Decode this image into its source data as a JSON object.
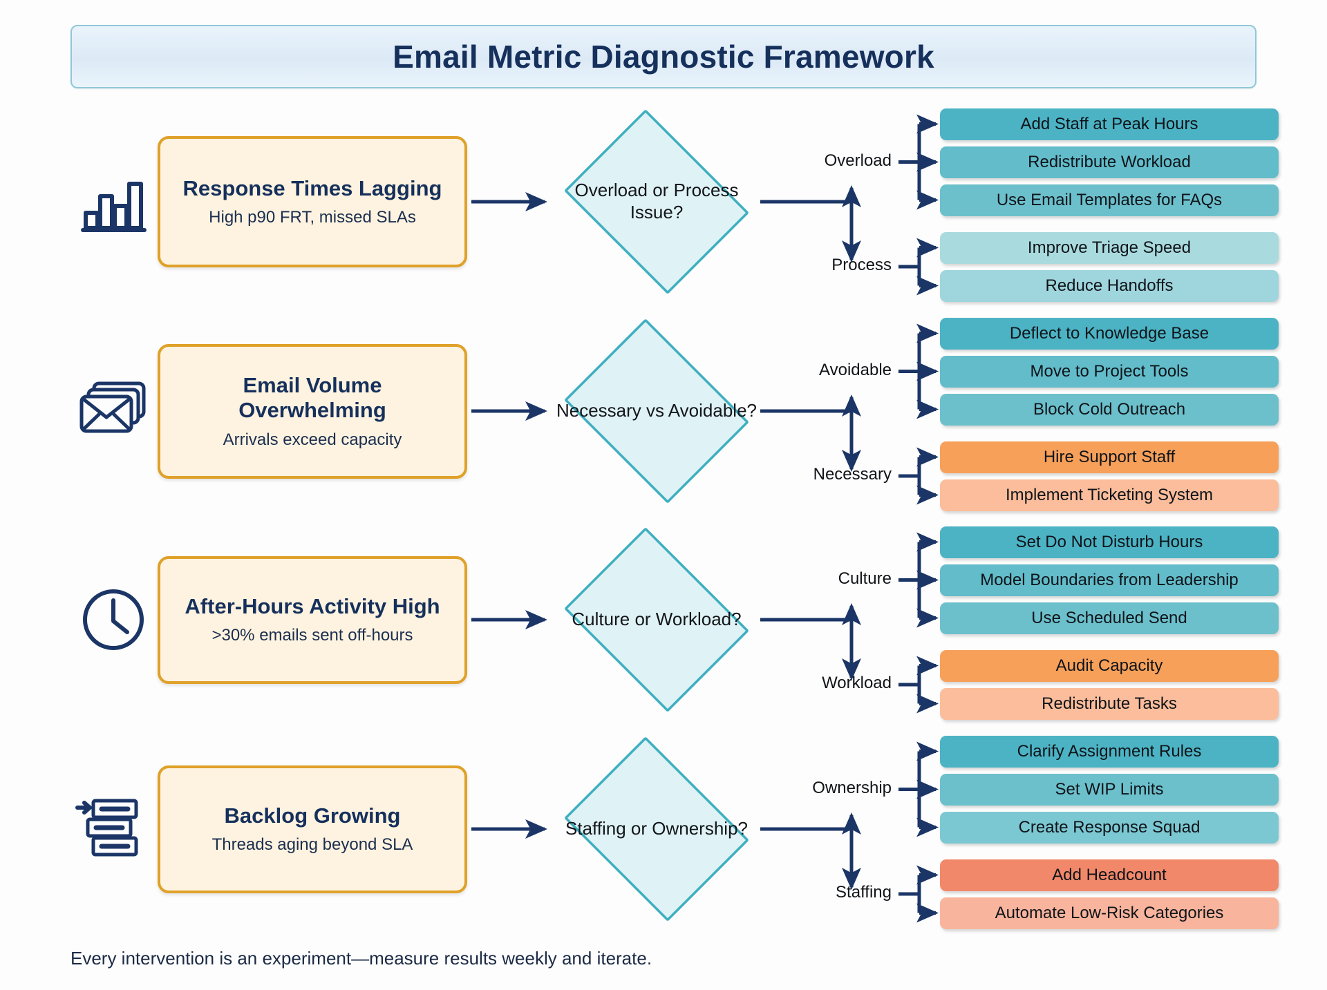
{
  "title": "Email Metric Diagnostic Framework",
  "footer": "Every intervention is an experiment—measure results weekly and iterate.",
  "colors": {
    "title_text": "#16305c",
    "title_border": "#8fc8d8",
    "problem_border": "#e0a129",
    "problem_fill": "#fdf3e0",
    "diamond_border": "#3fafc0",
    "diamond_fill": "#dff2f5",
    "arrow": "#1b3566",
    "teal_dark": "#4cb3c4",
    "teal_mid": "#6cc0cc",
    "teal_light": "#9fd5dc",
    "orange_dark": "#f7a05a",
    "orange_light": "#fbbd9b",
    "coral_dark": "#f2886a",
    "coral_light": "#f8b49c"
  },
  "rows": [
    {
      "icon": "bar-chart-icon",
      "problem": {
        "title": "Response Times Lagging",
        "subtitle": "High p90 FRT, missed SLAs"
      },
      "decision": "Overload or Process Issue?",
      "branches": [
        {
          "label": "Overload",
          "actions": [
            {
              "text": "Add Staff at Peak Hours",
              "color": "#4cb3c4"
            },
            {
              "text": "Redistribute Workload",
              "color": "#62bcca"
            },
            {
              "text": "Use Email Templates for FAQs",
              "color": "#6cc0cc"
            }
          ]
        },
        {
          "label": "Process",
          "actions": [
            {
              "text": "Improve Triage Speed",
              "color": "#a9dade"
            },
            {
              "text": "Reduce Handoffs",
              "color": "#9fd5dc"
            }
          ]
        }
      ]
    },
    {
      "icon": "stacked-envelopes-icon",
      "problem": {
        "title": "Email Volume Overwhelming",
        "subtitle": "Arrivals exceed capacity"
      },
      "decision": "Necessary vs Avoidable?",
      "branches": [
        {
          "label": "Avoidable",
          "actions": [
            {
              "text": "Deflect to Knowledge Base",
              "color": "#4cb3c4"
            },
            {
              "text": "Move to Project Tools",
              "color": "#62bcca"
            },
            {
              "text": "Block Cold Outreach",
              "color": "#6cc0cc"
            }
          ]
        },
        {
          "label": "Necessary",
          "actions": [
            {
              "text": "Hire Support Staff",
              "color": "#f7a05a"
            },
            {
              "text": "Implement Ticketing System",
              "color": "#fbbd9b"
            }
          ]
        }
      ]
    },
    {
      "icon": "clock-icon",
      "problem": {
        "title": "After-Hours Activity High",
        "subtitle": ">30% emails sent off-hours"
      },
      "decision": "Culture or Workload?",
      "branches": [
        {
          "label": "Culture",
          "actions": [
            {
              "text": "Set Do Not Disturb Hours",
              "color": "#4cb3c4"
            },
            {
              "text": "Model Boundaries from Leadership",
              "color": "#62bcca"
            },
            {
              "text": "Use Scheduled Send",
              "color": "#6cc0cc"
            }
          ]
        },
        {
          "label": "Workload",
          "actions": [
            {
              "text": "Audit Capacity",
              "color": "#f7a05a"
            },
            {
              "text": "Redistribute Tasks",
              "color": "#fbbd9b"
            }
          ]
        }
      ]
    },
    {
      "icon": "backlog-stack-icon",
      "problem": {
        "title": "Backlog Growing",
        "subtitle": "Threads aging beyond SLA"
      },
      "decision": "Staffing or Ownership?",
      "branches": [
        {
          "label": "Ownership",
          "actions": [
            {
              "text": "Clarify Assignment Rules",
              "color": "#4cb3c4"
            },
            {
              "text": "Set WIP Limits",
              "color": "#6cc0cc"
            },
            {
              "text": "Create Response Squad",
              "color": "#7cc8d2"
            }
          ]
        },
        {
          "label": "Staffing",
          "actions": [
            {
              "text": "Add Headcount",
              "color": "#f2886a"
            },
            {
              "text": "Automate Low-Risk Categories",
              "color": "#f8b49c"
            }
          ]
        }
      ]
    }
  ]
}
